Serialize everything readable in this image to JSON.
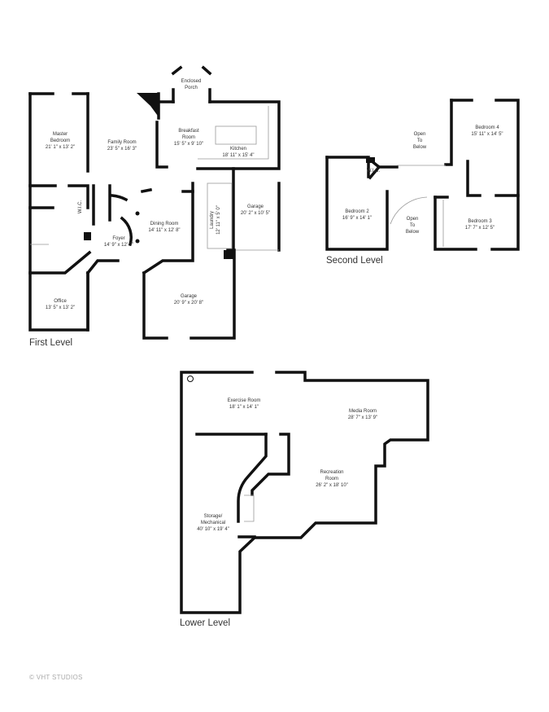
{
  "levels": {
    "first": {
      "title": "First Level",
      "rooms": [
        {
          "name": "Enclosed",
          "name2": "Porch"
        },
        {
          "name": "Master",
          "name2": "Bedroom",
          "dims": "21' 1\" x 13' 2\""
        },
        {
          "name": "Family Room",
          "dims": "23' 5\" x 16' 3\""
        },
        {
          "name": "Breakfast",
          "name2": "Room",
          "dims": "15' 5\" x 9' 10\""
        },
        {
          "name": "Kitchen",
          "dims": "18' 11\" x 15' 4\""
        },
        {
          "name": "W.I.C."
        },
        {
          "name": "Garage",
          "dims": "20' 2\" x 10' 5\""
        },
        {
          "name": "Dining Room",
          "dims": "14' 11\" x 12' 8\""
        },
        {
          "name": "Laundry",
          "dims": "12' 11\" x 5' 0\""
        },
        {
          "name": "Foyer",
          "dims": "14' 9\" x 12' 0\""
        },
        {
          "name": "Office",
          "dims": "13' 5\" x 13' 2\""
        },
        {
          "name": "Garage",
          "dims": "20' 9\" x 20' 8\""
        }
      ]
    },
    "second": {
      "title": "Second Level",
      "rooms": [
        {
          "name": "Open",
          "name2": "To",
          "name3": "Below"
        },
        {
          "name": "Bedroom 4",
          "dims": "15' 11\" x 14' 5\""
        },
        {
          "name": "W.I.C."
        },
        {
          "name": "Bedroom 2",
          "dims": "16' 9\" x 14' 1\""
        },
        {
          "name": "Open",
          "name2": "To",
          "name3": "Below"
        },
        {
          "name": "Bedroom 3",
          "dims": "17' 7\" x 12' 5\""
        }
      ]
    },
    "lower": {
      "title": "Lower Level",
      "rooms": [
        {
          "name": "Exercise Room",
          "dims": "18' 1\" x 14' 1\""
        },
        {
          "name": "Media Room",
          "dims": "28' 7\" x 13' 9\""
        },
        {
          "name": "Recreation",
          "name2": "Room",
          "dims": "26' 2\" x 18' 10\""
        },
        {
          "name": "Storage/",
          "name2": "Mechanical",
          "dims": "40' 10\" x 19' 4\""
        }
      ]
    }
  },
  "copyright": "© VHT STUDIOS"
}
